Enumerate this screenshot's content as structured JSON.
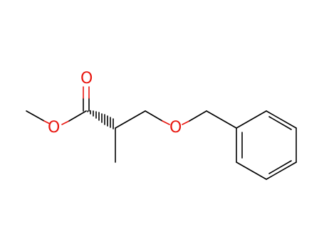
{
  "molecule": {
    "atoms": {
      "carbonyl_oxygen": "O",
      "ester_oxygen": "O",
      "ether_oxygen": "O"
    }
  },
  "colors": {
    "bond": "#000000",
    "oxygen": "#e8160f",
    "background": "#ffffff"
  }
}
